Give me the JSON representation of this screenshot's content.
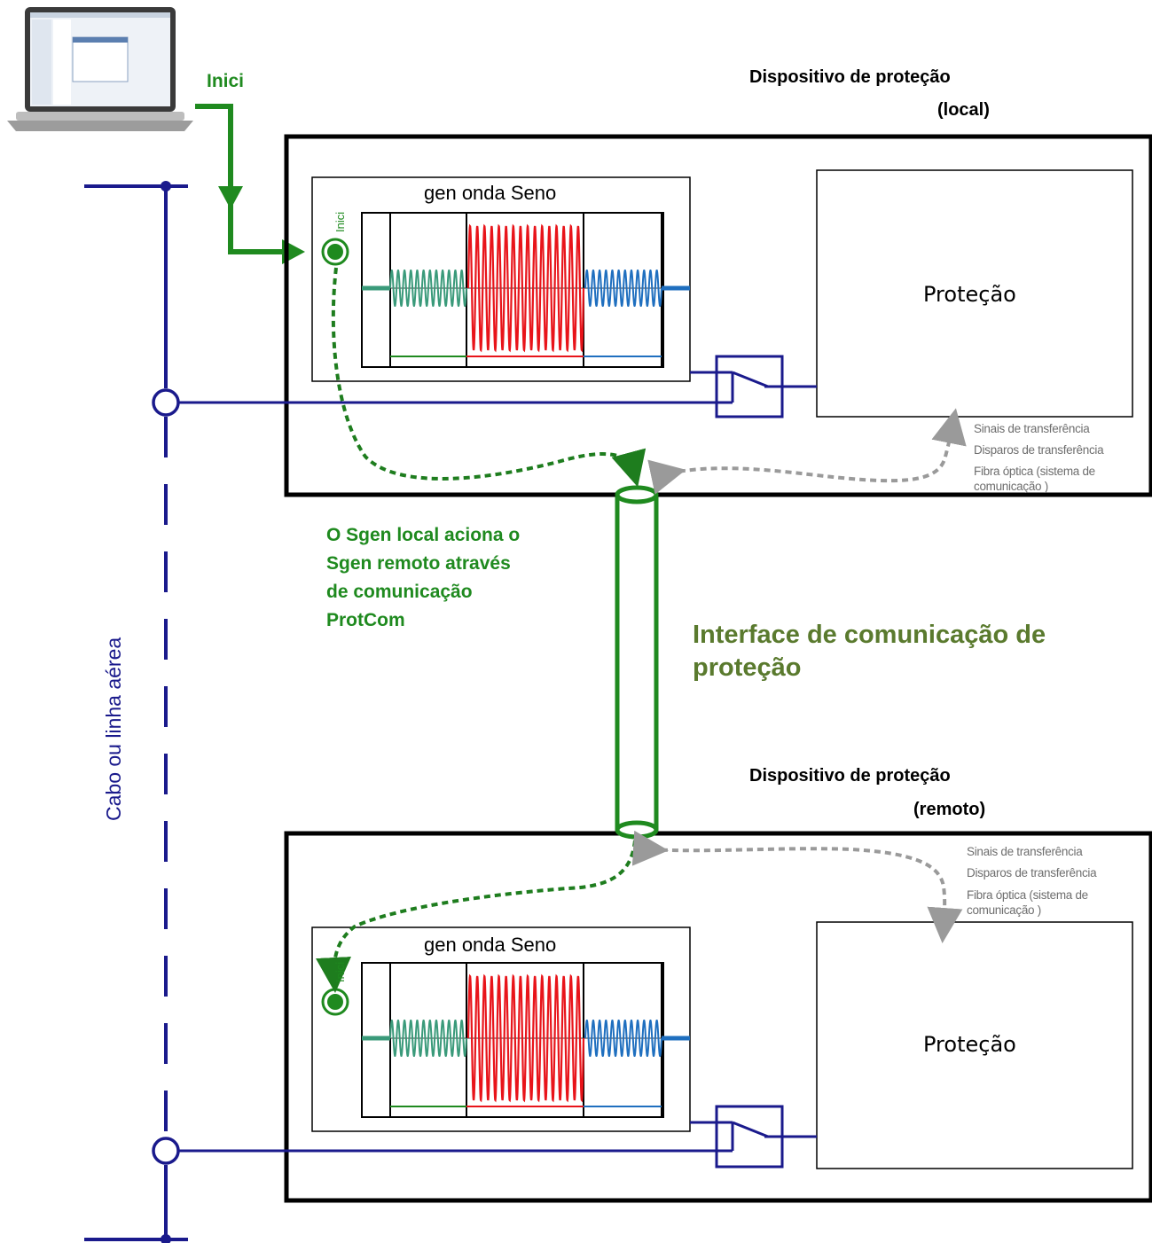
{
  "start_label": "Inici",
  "local_device": {
    "title_line1": "Dispositivo de proteção",
    "title_line2": "(local)"
  },
  "remote_device": {
    "title_line1": "Dispositivo de proteção",
    "title_line2": "(remoto)"
  },
  "sine_gen_title": "gen onda Seno",
  "start_button_label": "Inici",
  "protection_label": "Proteção",
  "transfer_signals": "Sinais de transferência",
  "transfer_trips": "Disparos de transferência",
  "fiber_line1": "Fibra óptica  (sistema de",
  "fiber_line2": "comunicação )",
  "trigger_note": [
    "O Sgen local aciona o",
    "Sgen remoto através",
    "de comunicação",
    "ProtCom"
  ],
  "interface_label": [
    "Interface de comunicação de",
    "proteção"
  ],
  "line_label": "Cabo ou linha aérea",
  "colors": {
    "green": "#1f8a1f",
    "dark_green_dashed": "#1e7d1e",
    "navy": "#1a1a8c",
    "grey_dashed": "#9a9a9a",
    "wave_teal": "#3a9a7a",
    "wave_red": "#e8141a",
    "wave_blue": "#1f6fbf",
    "olive_text": "#5a7a2e"
  },
  "icons": [
    "laptop-icon",
    "switch-icon",
    "start-button-icon"
  ]
}
